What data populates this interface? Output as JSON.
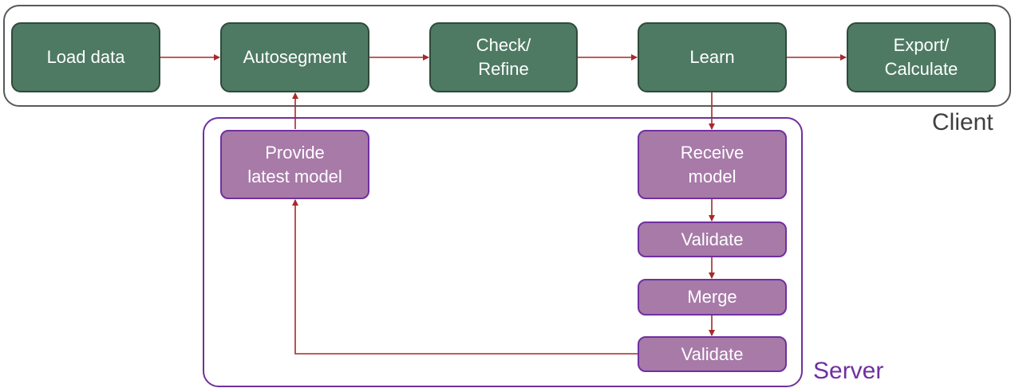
{
  "groups": {
    "client": "Client",
    "server": "Server"
  },
  "nodes": {
    "load_data": "Load data",
    "autosegment": "Autosegment",
    "check_refine": "Check/\nRefine",
    "learn": "Learn",
    "export_calculate": "Export/\nCalculate",
    "provide_latest_model": "Provide\nlatest model",
    "receive_model": "Receive\nmodel",
    "validate_1": "Validate",
    "merge": "Merge",
    "validate_2": "Validate"
  },
  "colors": {
    "client_node_fill": "#4e7a63",
    "server_node_fill": "#a77aa8",
    "server_border": "#7030a0",
    "client_border": "#595959",
    "edge": "#a52a2a"
  }
}
